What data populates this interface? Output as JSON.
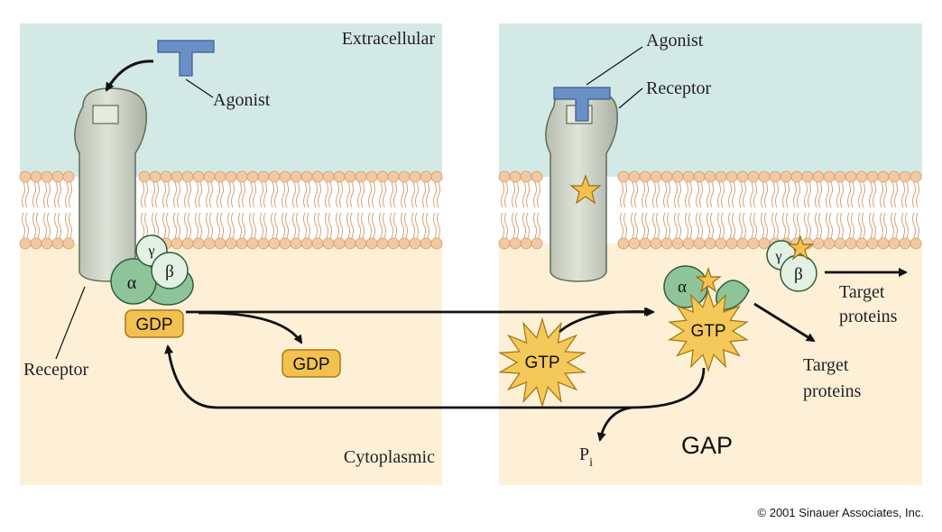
{
  "left_panel": {
    "region_top": "Extracellular",
    "region_bottom": "Cytoplasmic",
    "agonist_label": "Agonist",
    "receptor_label": "Receptor",
    "gdp_bound": "GDP",
    "gdp_released": "GDP",
    "alpha": "α",
    "beta": "β",
    "gamma": "γ"
  },
  "right_panel": {
    "agonist_label": "Agonist",
    "receptor_label": "Receptor",
    "gtp_free": "GTP",
    "gtp_bound": "GTP",
    "alpha": "α",
    "beta": "β",
    "gamma": "γ",
    "target_top_1": "Target",
    "target_top_2": "proteins",
    "target_bottom_1": "Target",
    "target_bottom_2": "proteins",
    "pi_main": "P",
    "pi_sub": "i",
    "gap": "GAP"
  },
  "copyright": "© 2001 Sinauer Associates, Inc.",
  "colors": {
    "extracellular": "#d3e9e6",
    "cytoplasm": "#fdf0d6",
    "lipid_head": "#f2c9a2",
    "lipid_head_stroke": "#d19a6a",
    "receptor": "#c8cfc2",
    "receptor_stroke": "#5f6b5a",
    "agonist": "#6a8fc4",
    "gprotein": "#8ec49a",
    "gprotein_light": "#e2f1e4",
    "gdp": "#f3c150",
    "gtp": "#f5c85a",
    "star": "#f3c150"
  }
}
